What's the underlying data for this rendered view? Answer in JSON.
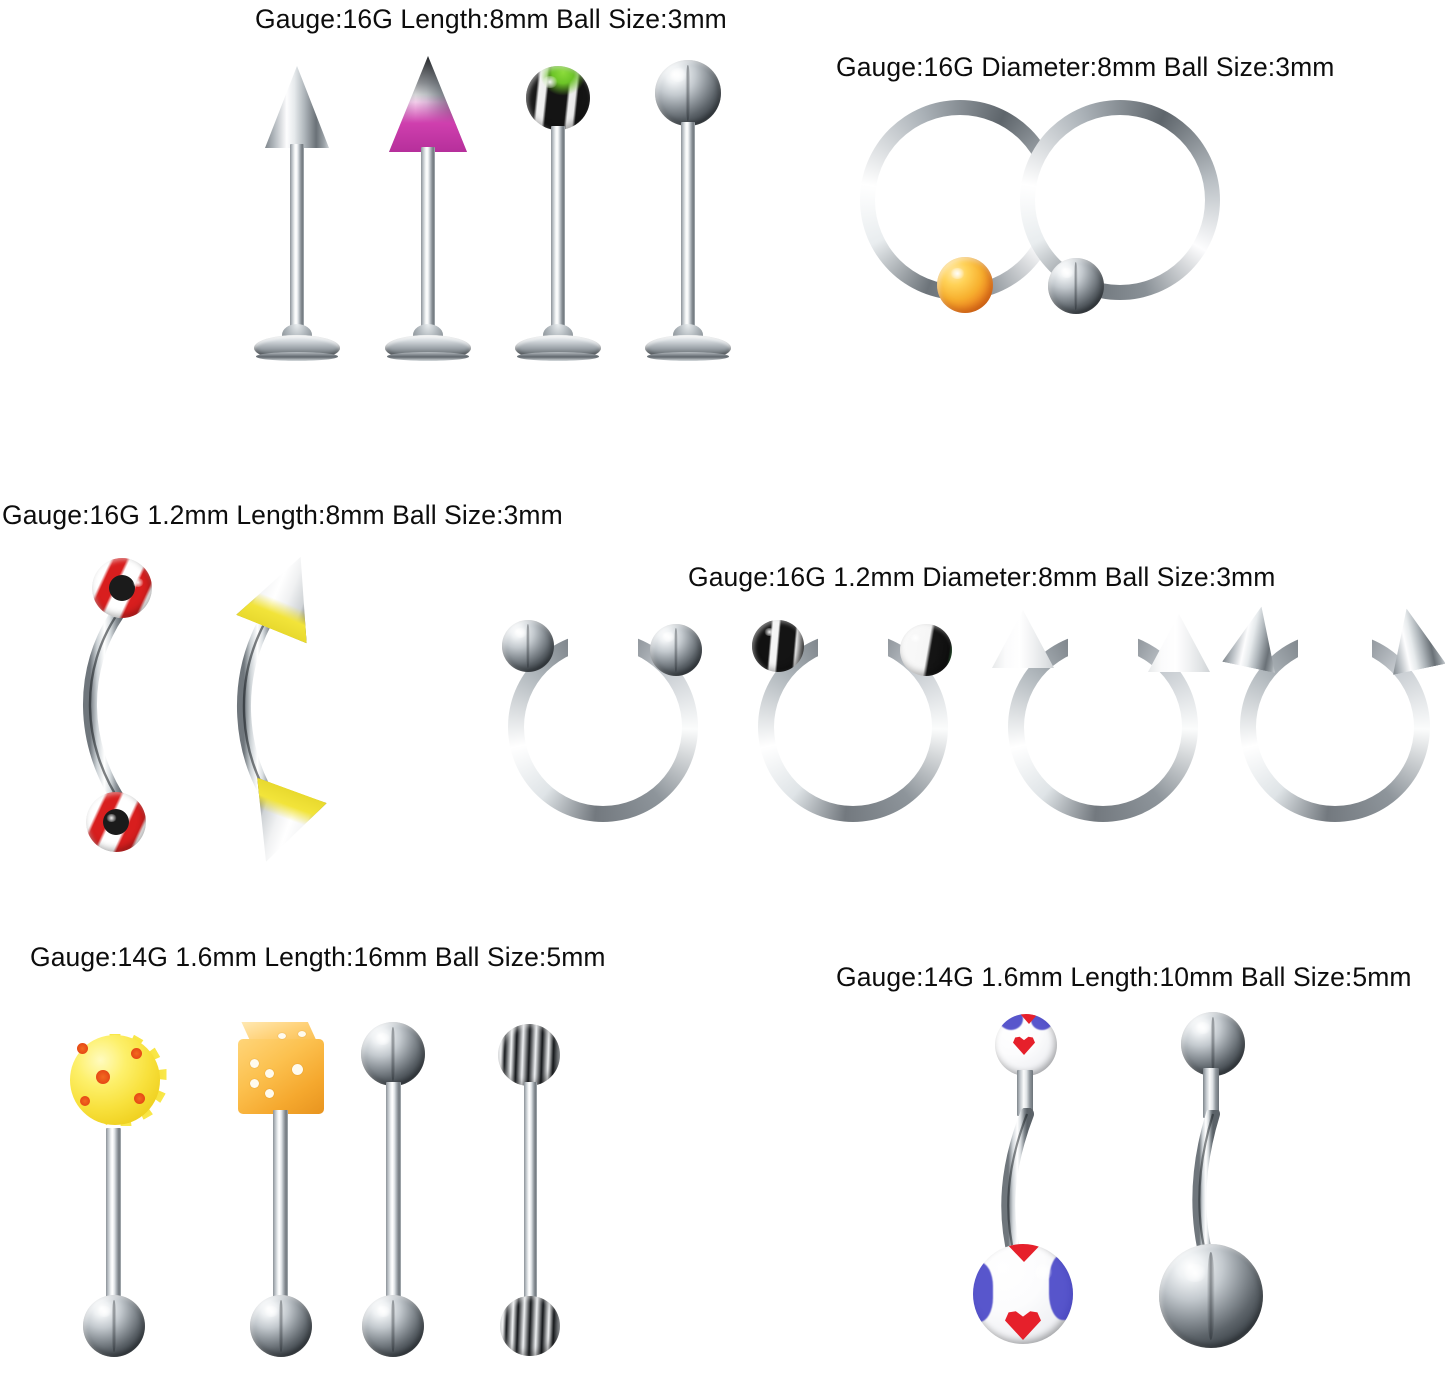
{
  "page": {
    "title": "Body Jewelry Specification Chart",
    "background_color": "#ffffff",
    "text_color": "#0d0d0d"
  },
  "groups": [
    {
      "id": "labret-studs",
      "name": "Labret Studs",
      "label": "Gauge:16G  Length:8mm  Ball Size:3mm",
      "gauge": "16G",
      "length": "8mm",
      "ball_size": "3mm",
      "item_count": 4,
      "items": [
        {
          "name": "labret-stud-steel-cone",
          "top": "steel-cone",
          "color": "#b0b7bc"
        },
        {
          "name": "labret-stud-pink-cone",
          "top": "pink-gradient-cone",
          "color": "#cf3fae"
        },
        {
          "name": "labret-stud-black-green-ball",
          "top": "black-green-marbled-ball",
          "color": "#1a1a1a"
        },
        {
          "name": "labret-stud-steel-ball",
          "top": "steel-ball",
          "color": "#b0b7bc"
        }
      ]
    },
    {
      "id": "captive-bead-rings",
      "name": "Captive Bead Rings",
      "label": "Gauge:16G  Diameter:8mm  Ball Size:3mm",
      "gauge": "16G",
      "diameter": "8mm",
      "ball_size": "3mm",
      "item_count": 2,
      "items": [
        {
          "name": "captive-ring-orange-bead",
          "bead": "orange-acrylic-ball",
          "color": "#f7b02f"
        },
        {
          "name": "captive-ring-steel-bead",
          "bead": "steel-ball",
          "color": "#b0b7bc"
        }
      ]
    },
    {
      "id": "curved-barbells",
      "name": "Curved Barbells",
      "label": "Gauge:16G 1.2mm  Length:8mm  Ball Size:3mm",
      "gauge": "16G 1.2mm",
      "length": "8mm",
      "ball_size": "3mm",
      "item_count": 2,
      "items": [
        {
          "name": "curved-barbell-eyeball",
          "ends": "eyeball-pattern-acrylic-balls",
          "color": "#d81e1e"
        },
        {
          "name": "curved-barbell-white-yellow-spikes",
          "ends": "white-yellow-acrylic-spikes",
          "color": "#f2e43a"
        }
      ]
    },
    {
      "id": "horseshoe-barbells",
      "name": "Horseshoe Barbells",
      "label": "Gauge:16G 1.2mm  Diameter:8mm  Ball Size:3mm",
      "gauge": "16G 1.2mm",
      "diameter": "8mm",
      "ball_size": "3mm",
      "item_count": 4,
      "items": [
        {
          "name": "horseshoe-steel-balls",
          "ends": "steel-balls",
          "color": "#b0b7bc"
        },
        {
          "name": "horseshoe-black-white-balls",
          "ends": "black-white-acrylic-balls",
          "color": "#141414"
        },
        {
          "name": "horseshoe-white-acrylic-spikes",
          "ends": "white-acrylic-spikes",
          "color": "#f2f3f4"
        },
        {
          "name": "horseshoe-steel-spikes",
          "ends": "steel-spikes",
          "color": "#b0b7bc"
        }
      ]
    },
    {
      "id": "tongue-barbells",
      "name": "Straight Tongue Barbells",
      "label": "Gauge:14G 1.6mm  Length:16mm  Ball Size:5mm",
      "gauge": "14G 1.6mm",
      "length": "16mm",
      "ball_size": "5mm",
      "item_count": 4,
      "items": [
        {
          "name": "tongue-barbell-yellow-koosh",
          "top": "yellow-spiky-koosh-ball",
          "color": "#f8e13d"
        },
        {
          "name": "tongue-barbell-orange-dice",
          "top": "orange-dice-cube",
          "color": "#f5a82e"
        },
        {
          "name": "tongue-barbell-steel-balls",
          "top": "steel-ball",
          "color": "#b0b7bc"
        },
        {
          "name": "tongue-barbell-striped-balls",
          "top": "black-white-striped-acrylic-ball",
          "color": "#15181b"
        }
      ]
    },
    {
      "id": "belly-button-rings",
      "name": "Belly Button Rings",
      "label": "Gauge:14G 1.6mm  Length:10mm  Ball Size:5mm",
      "gauge": "14G 1.6mm",
      "length": "10mm",
      "ball_size": "5mm",
      "item_count": 2,
      "items": [
        {
          "name": "belly-ring-heart-acrylic",
          "ends": "white-acrylic-balls-red-hearts-blue",
          "color": "#e6202b"
        },
        {
          "name": "belly-ring-steel",
          "ends": "steel-balls",
          "color": "#b0b7bc"
        }
      ]
    }
  ]
}
